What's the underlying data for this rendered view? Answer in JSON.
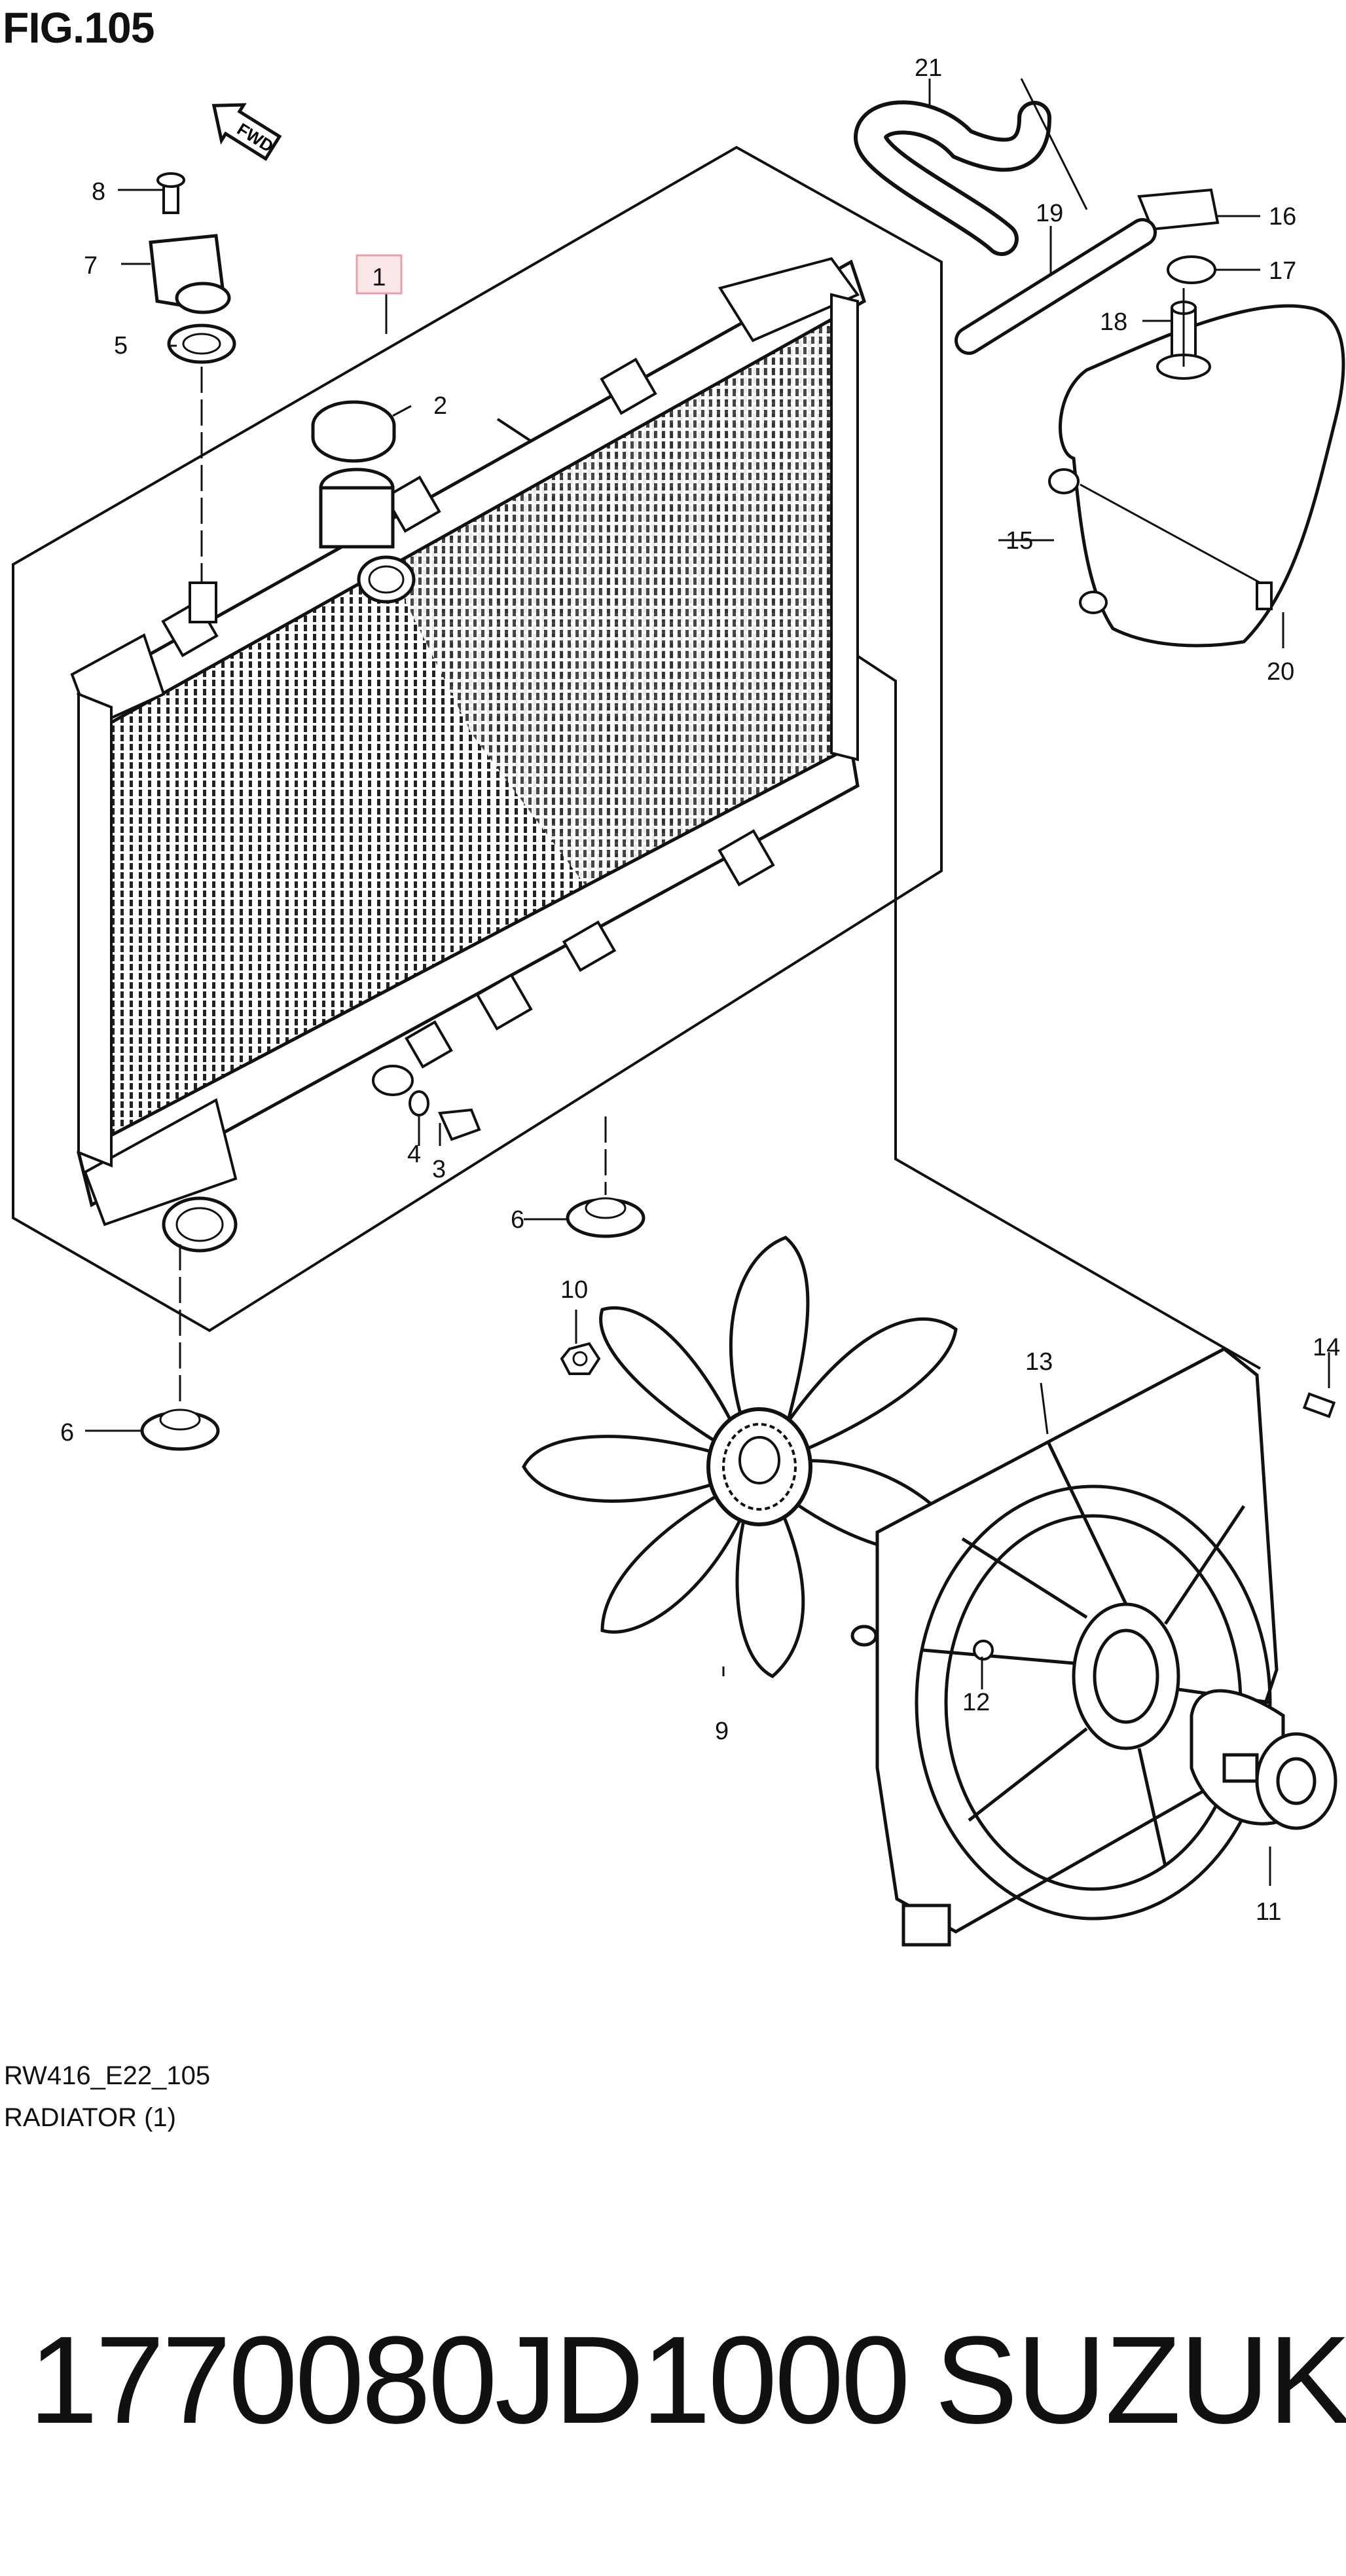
{
  "figure": {
    "title": "FIG.105",
    "drawing_code": "RW416_E22_105",
    "section_name": "RADIATOR (1)",
    "fwd_label": "FWD"
  },
  "callouts": [
    "1",
    "2",
    "3",
    "4",
    "5",
    "6",
    "6",
    "7",
    "8",
    "9",
    "10",
    "11",
    "12",
    "13",
    "14",
    "15",
    "16",
    "17",
    "18",
    "19",
    "20",
    "21"
  ],
  "footer": {
    "part_number": "1770080JD1000",
    "brand": "SUZUKI"
  },
  "colors": {
    "ink": "#111111",
    "highlight_box": "#e8a0a8",
    "highlight_fill": "#fbe6ea"
  }
}
